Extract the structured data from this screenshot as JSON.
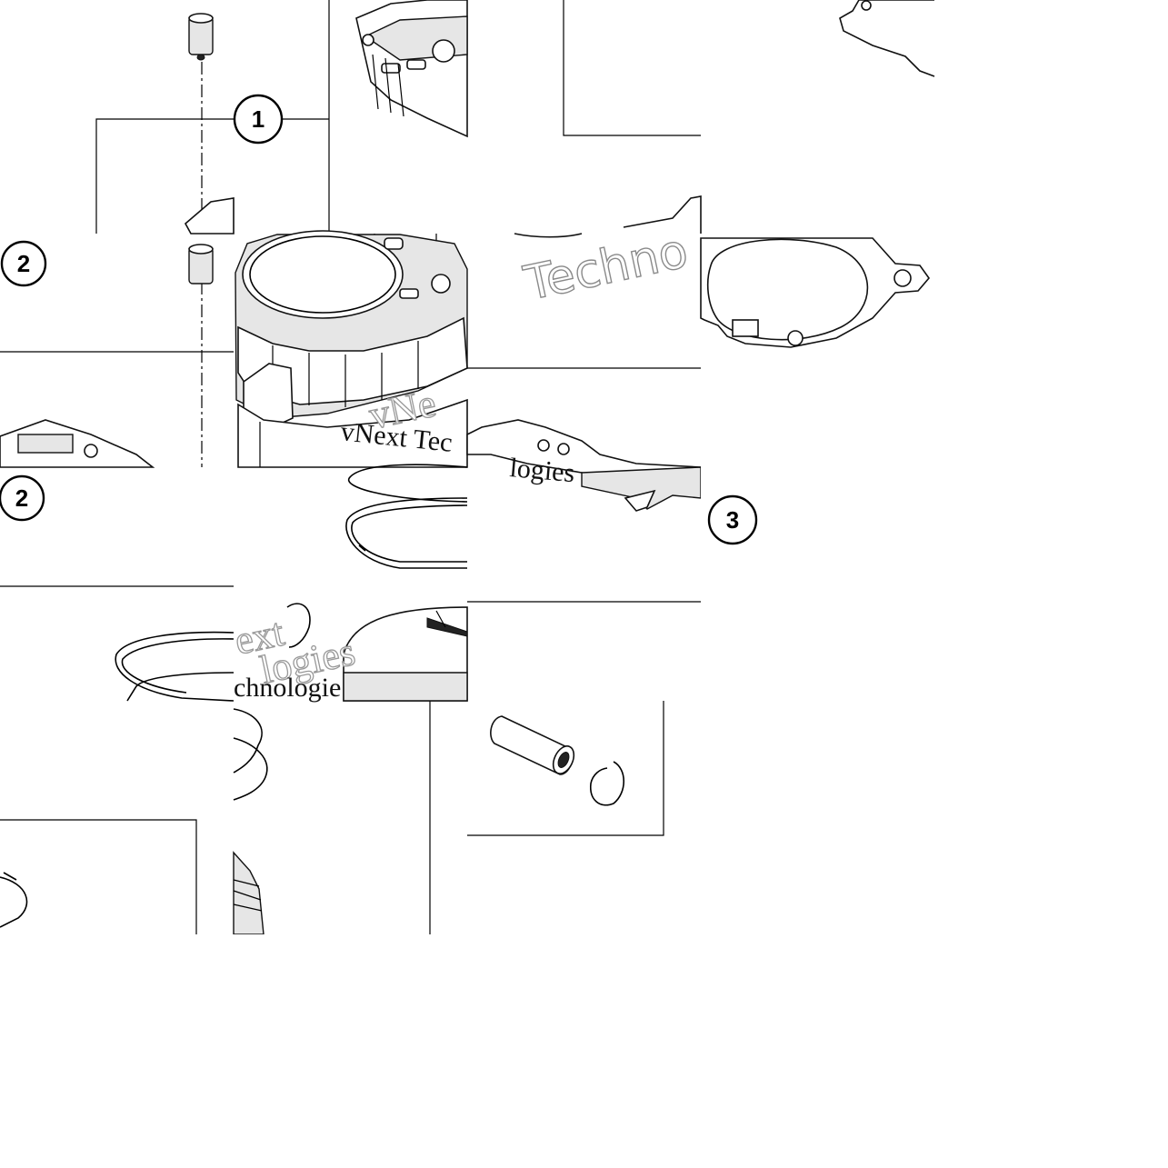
{
  "diagram": {
    "callouts": [
      {
        "id": "c1",
        "label": "1"
      },
      {
        "id": "c2a",
        "label": "2"
      },
      {
        "id": "c2b",
        "label": "2"
      },
      {
        "id": "c3",
        "label": "3"
      }
    ],
    "watermarks": [
      {
        "id": "w1",
        "text": "Techno"
      },
      {
        "id": "w2",
        "text": "vNext Tec"
      },
      {
        "id": "w3",
        "text": "vNe"
      },
      {
        "id": "w4",
        "text": "logies"
      },
      {
        "id": "w5",
        "text": "ext"
      },
      {
        "id": "w6",
        "text": "chnologie"
      },
      {
        "id": "w7",
        "text": "logies"
      }
    ]
  }
}
